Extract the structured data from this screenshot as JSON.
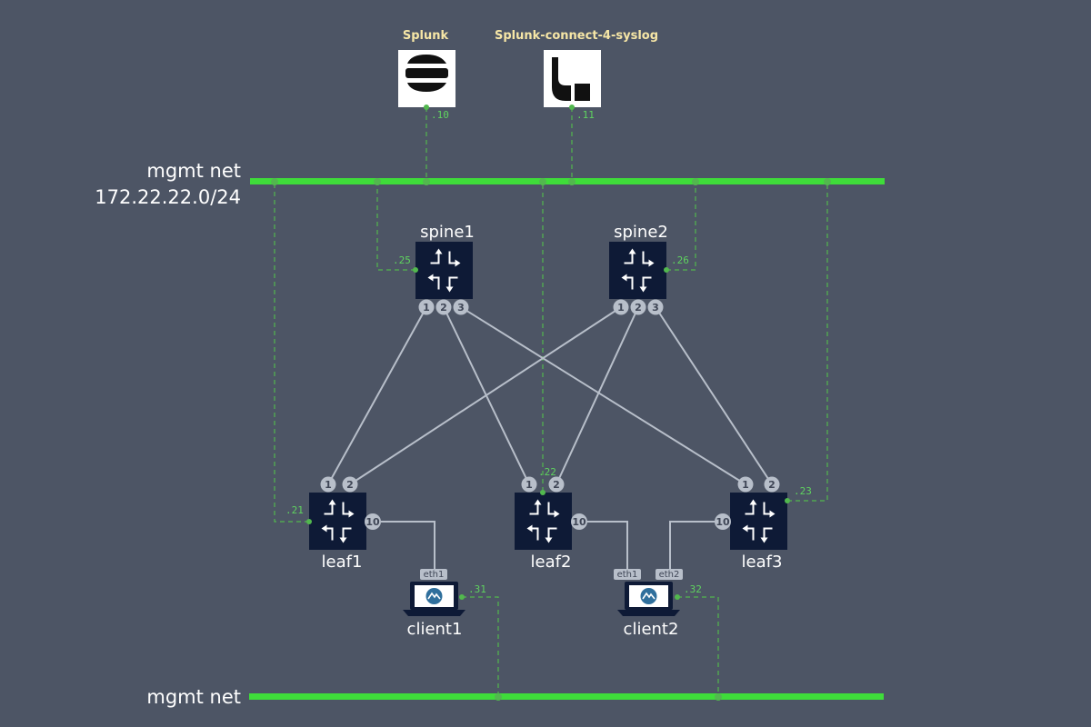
{
  "networks": {
    "top_name": "mgmt net",
    "top_subnet": "172.22.22.0/24",
    "bottom_name": "mgmt net"
  },
  "tools": {
    "splunk": {
      "label": "Splunk",
      "ip": ".10",
      "icon": "elastic-logo-icon"
    },
    "sc4s": {
      "label": "Splunk-connect-4-syslog",
      "ip": ".11",
      "icon": "splunk-connect-logo-icon"
    }
  },
  "spines": [
    {
      "name": "spine1",
      "ip": ".25",
      "ports": [
        "1",
        "2",
        "3"
      ]
    },
    {
      "name": "spine2",
      "ip": ".26",
      "ports": [
        "1",
        "2",
        "3"
      ]
    }
  ],
  "leaves": [
    {
      "name": "leaf1",
      "ip": ".21",
      "ports": [
        "1",
        "2"
      ],
      "access_port": "10"
    },
    {
      "name": "leaf2",
      "ip": ".22",
      "ports": [
        "1",
        "2"
      ],
      "access_port": "10"
    },
    {
      "name": "leaf3",
      "ip": ".23",
      "ports": [
        "1",
        "2"
      ],
      "access_port": "10"
    }
  ],
  "clients": [
    {
      "name": "client1",
      "ip": ".31",
      "ifaces": [
        "eth1"
      ]
    },
    {
      "name": "client2",
      "ip": ".32",
      "ifaces": [
        "eth1",
        "eth2"
      ]
    }
  ],
  "colors": {
    "background": "#4d5565",
    "mgmt_bar": "#3fdc3a",
    "mgmt_link": "#52b84e",
    "node_fill": "#0e1a36",
    "port_fill": "#b8bfca",
    "tool_label": "#f6e6a6"
  }
}
